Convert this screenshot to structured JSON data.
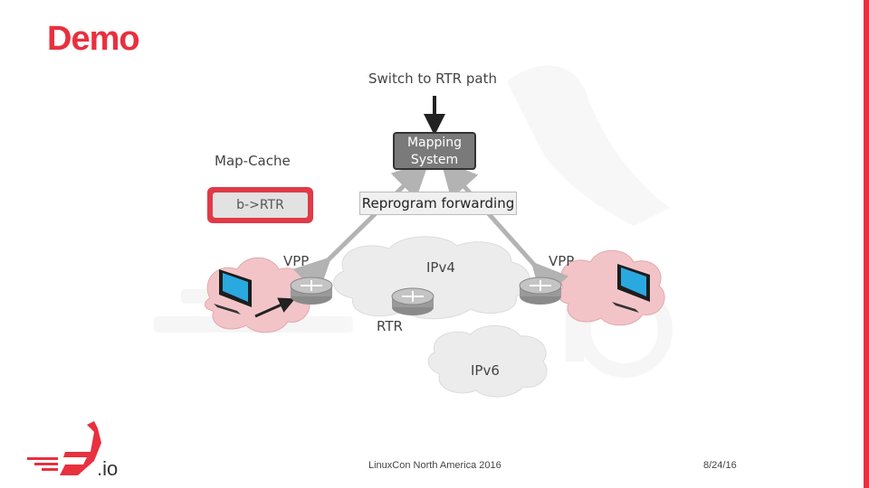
{
  "slide": {
    "title": "Demo",
    "accent_color": "#e8303f"
  },
  "diagram": {
    "top_label": "Switch to RTR path",
    "mapping_system": {
      "line1": "Mapping",
      "line2": "System"
    },
    "map_cache_label": "Map-Cache",
    "map_cache_entry": "b->RTR",
    "reprogram_label": "Reprogram forwarding",
    "vpp_left": "VPP",
    "vpp_right": "VPP",
    "ipv4_label": "IPv4",
    "rtr_label": "RTR",
    "ipv6_label": "IPv6"
  },
  "footer": {
    "logo_text": ".io",
    "event": "LinuxCon North America 2016",
    "date": "8/24/16"
  }
}
